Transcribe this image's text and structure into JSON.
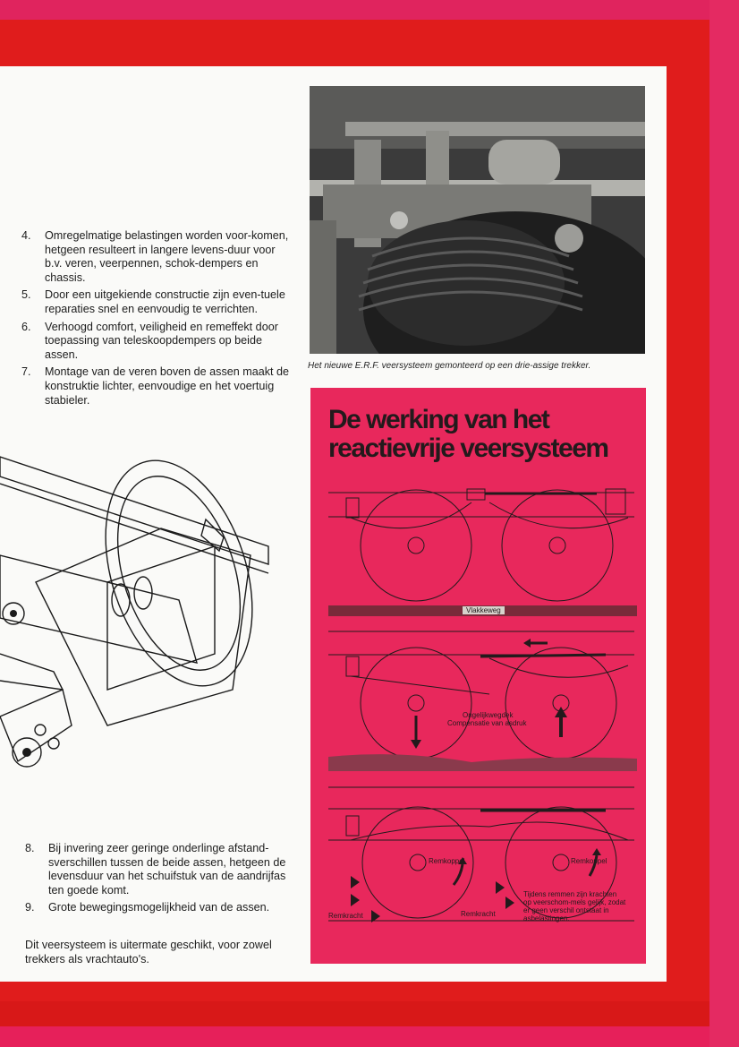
{
  "list_top": [
    {
      "num": "4.",
      "text": "Omregelmatige belastingen worden voor-komen, hetgeen resulteert in langere levens-duur voor b.v. veren, veerpennen, schok-dempers en chassis."
    },
    {
      "num": "5.",
      "text": "Door een uitgekiende constructie zijn even-tuele reparaties snel en eenvoudig te verrichten."
    },
    {
      "num": "6.",
      "text": "Verhoogd comfort, veiligheid en remeffekt door toepassing van teleskoopdempers op beide assen."
    },
    {
      "num": "7.",
      "text": "Montage van de veren boven de assen maakt de konstruktie lichter, eenvoudige en het voertuig stabieler."
    }
  ],
  "list_bottom": [
    {
      "num": "8.",
      "text": "Bij invering zeer geringe onderlinge afstand-sverschillen tussen de beide assen, hetgeen de levensduur van het schuifstuk van de aandrijfas ten goede komt."
    },
    {
      "num": "9.",
      "text": "Grote bewegingsmogelijkheid van de assen."
    }
  ],
  "closing_text": "Dit veersysteem is uitermate geschikt, voor zowel trekkers als vrachtauto's.",
  "photo_caption": "Het nieuwe E.R.F. veersysteem gemonteerd op een drie-assige trekker.",
  "diagram": {
    "title": "De werking van het reactievrije veersysteem",
    "panel1_label": "Vlakkeweg",
    "panel2_label_1": "Ongelijkwegdek",
    "panel2_label_2": "Compensatie van asdruk",
    "panel3_remkoppel_left": "Remkoppel",
    "panel3_remkoppel_right": "Remkoppel",
    "panel3_remkracht_left": "Remkracht",
    "panel3_remkracht_mid": "Remkracht",
    "panel3_note": "Tijdens remmen zijn krachten op veerschom-mels gelijk, zodat er geen verschil ontstaat in asbelastingen."
  },
  "colors": {
    "diagram_background": "#e8285c",
    "outer_frame": "#e01c1c",
    "page": "#fafaf8"
  }
}
